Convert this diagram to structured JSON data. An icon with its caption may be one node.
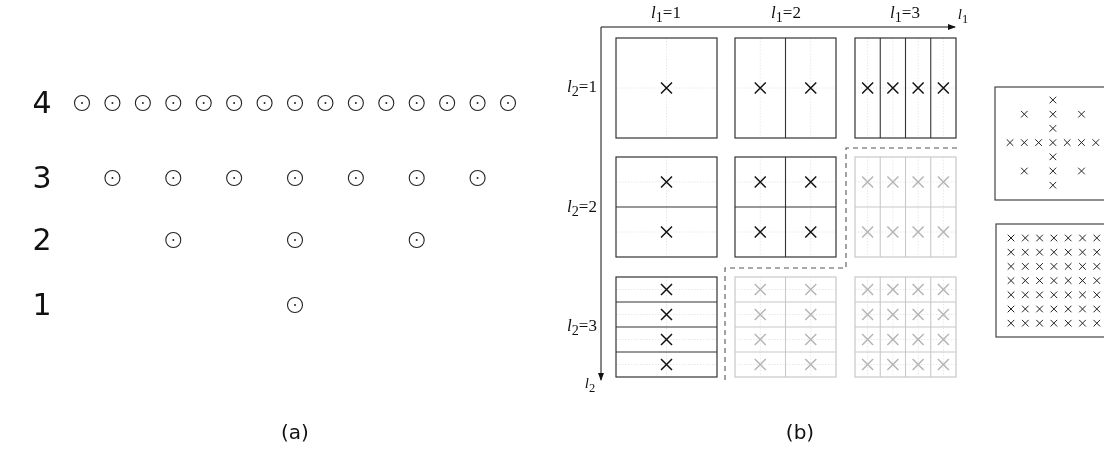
{
  "diagram": {
    "labels": [
      "4",
      "3",
      "2",
      "1",
      "(a)",
      "*l*$_{1}$=1",
      "*l*$_{1}$=2",
      "*l*$_{1}$=3",
      "*l*$_{1}$",
      "*l*$_{2}$=1",
      "*l*$_{2}$=2",
      "*l*$_{2}$=3",
      "*l*$_{2}$",
      "(b)"
    ]
  }
}
